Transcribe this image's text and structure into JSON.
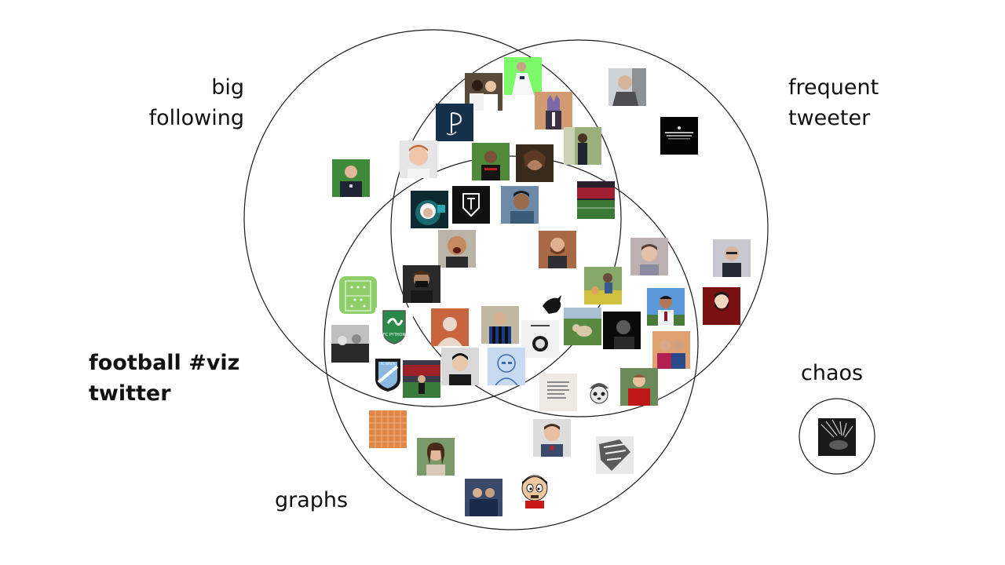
{
  "labels": {
    "big_following": [
      "big",
      "following"
    ],
    "frequent_tweeter": [
      "frequent",
      "tweeter"
    ],
    "football_viz": [
      "football #viz",
      "twitter"
    ],
    "graphs": "graphs",
    "chaos": "chaos"
  },
  "avatar_text": {
    "fc_python": "FC PYTHON",
    "unknown_badge": "FC BRICK"
  },
  "colors": {
    "circle_stroke": "#1a1a1a",
    "green_screen": "#7dfa6a",
    "navy_logo": "#14304a",
    "orange_grid": "#e08848",
    "dark_red": "#7a1010"
  }
}
